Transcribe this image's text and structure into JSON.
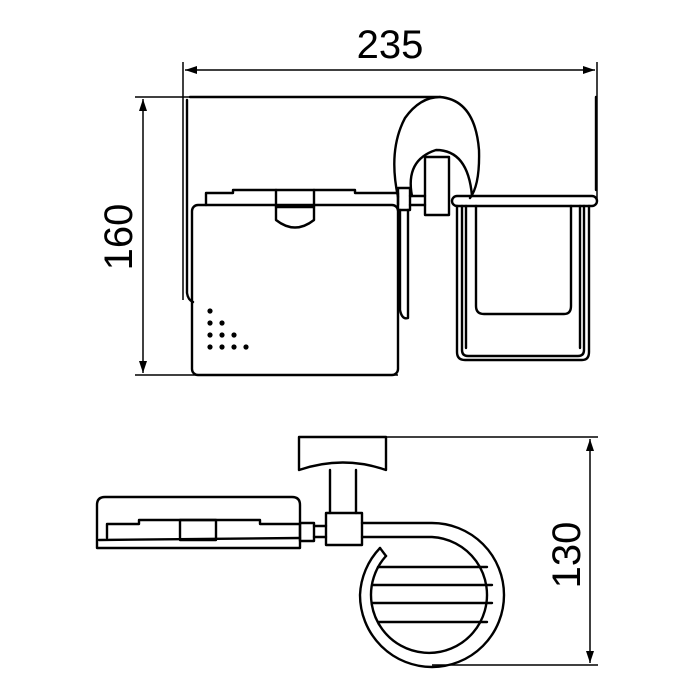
{
  "dimensions": {
    "width": "235",
    "height_front": "160",
    "depth_top": "130"
  },
  "colors": {
    "line": "#000000",
    "background": "#ffffff"
  }
}
